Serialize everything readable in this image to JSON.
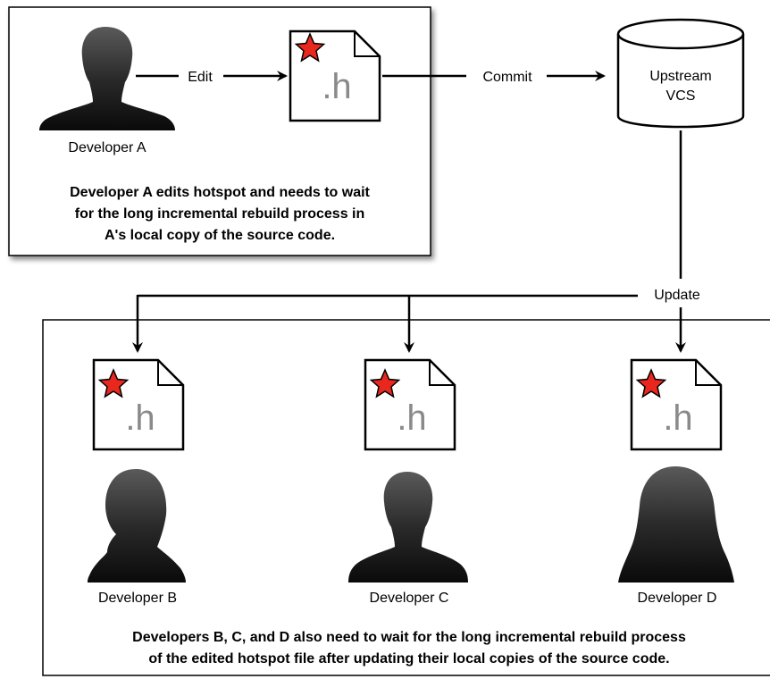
{
  "labels": {
    "developer_a": "Developer A",
    "developer_b": "Developer B",
    "developer_c": "Developer C",
    "developer_d": "Developer D",
    "edit": "Edit",
    "commit": "Commit",
    "update": "Update",
    "vcs_line1": "Upstream",
    "vcs_line2": "VCS",
    "file_ext": ".h"
  },
  "captions": {
    "box_a_line1": "Developer A edits hotspot and needs to wait",
    "box_a_line2": "for the long incremental rebuild process in",
    "box_a_line3": "A's local copy of the source code.",
    "box_bcd_line1": "Developers B, C, and D also need to wait for the long incremental rebuild process",
    "box_bcd_line2": "of the edited hotspot file after updating their local copies of the source code."
  },
  "colors": {
    "star": "#e8281e",
    "silhouette": "#1c1c1c",
    "file_ext": "#8a8a8a"
  }
}
